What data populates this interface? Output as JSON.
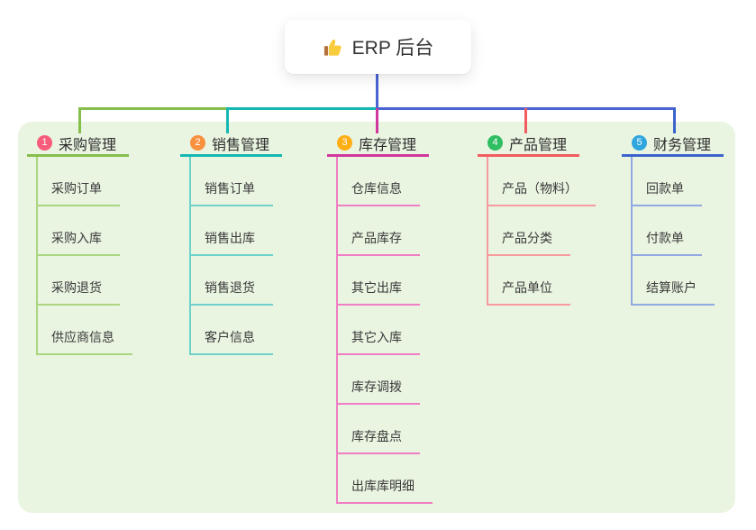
{
  "root": {
    "icon": "thumbs-up",
    "title": "ERP 后台"
  },
  "colors": {
    "panel_bg": "#E9F4E1",
    "root_connector": "#4A64D3",
    "root_text": "#333333"
  },
  "branches": [
    {
      "badge": "1",
      "title": "采购管理",
      "badge_color": "#F85C7B",
      "line_color": "#85BE4C",
      "item_line_color": "#A9D67F",
      "items": [
        "采购订单",
        "采购入库",
        "采购退货",
        "供应商信息"
      ]
    },
    {
      "badge": "2",
      "title": "销售管理",
      "badge_color": "#F9913F",
      "line_color": "#14B8B2",
      "item_line_color": "#6ED2CA",
      "items": [
        "销售订单",
        "销售出库",
        "销售退货",
        "客户信息"
      ]
    },
    {
      "badge": "3",
      "title": "库存管理",
      "badge_color": "#FFAE14",
      "line_color": "#D0379F",
      "item_line_color": "#F07EC4",
      "items": [
        "仓库信息",
        "产品库存",
        "其它出库",
        "其它入库",
        "库存调拨",
        "库存盘点",
        "出库库明细"
      ]
    },
    {
      "badge": "4",
      "title": "产品管理",
      "badge_color": "#2FBE62",
      "line_color": "#F25C60",
      "item_line_color": "#F89B9E",
      "items": [
        "产品（物料）",
        "产品分类",
        "产品单位"
      ]
    },
    {
      "badge": "5",
      "title": "财务管理",
      "badge_color": "#2FA7DE",
      "line_color": "#3C63CB",
      "item_line_color": "#92A9E2",
      "items": [
        "回款单",
        "付款单",
        "结算账户"
      ]
    }
  ]
}
